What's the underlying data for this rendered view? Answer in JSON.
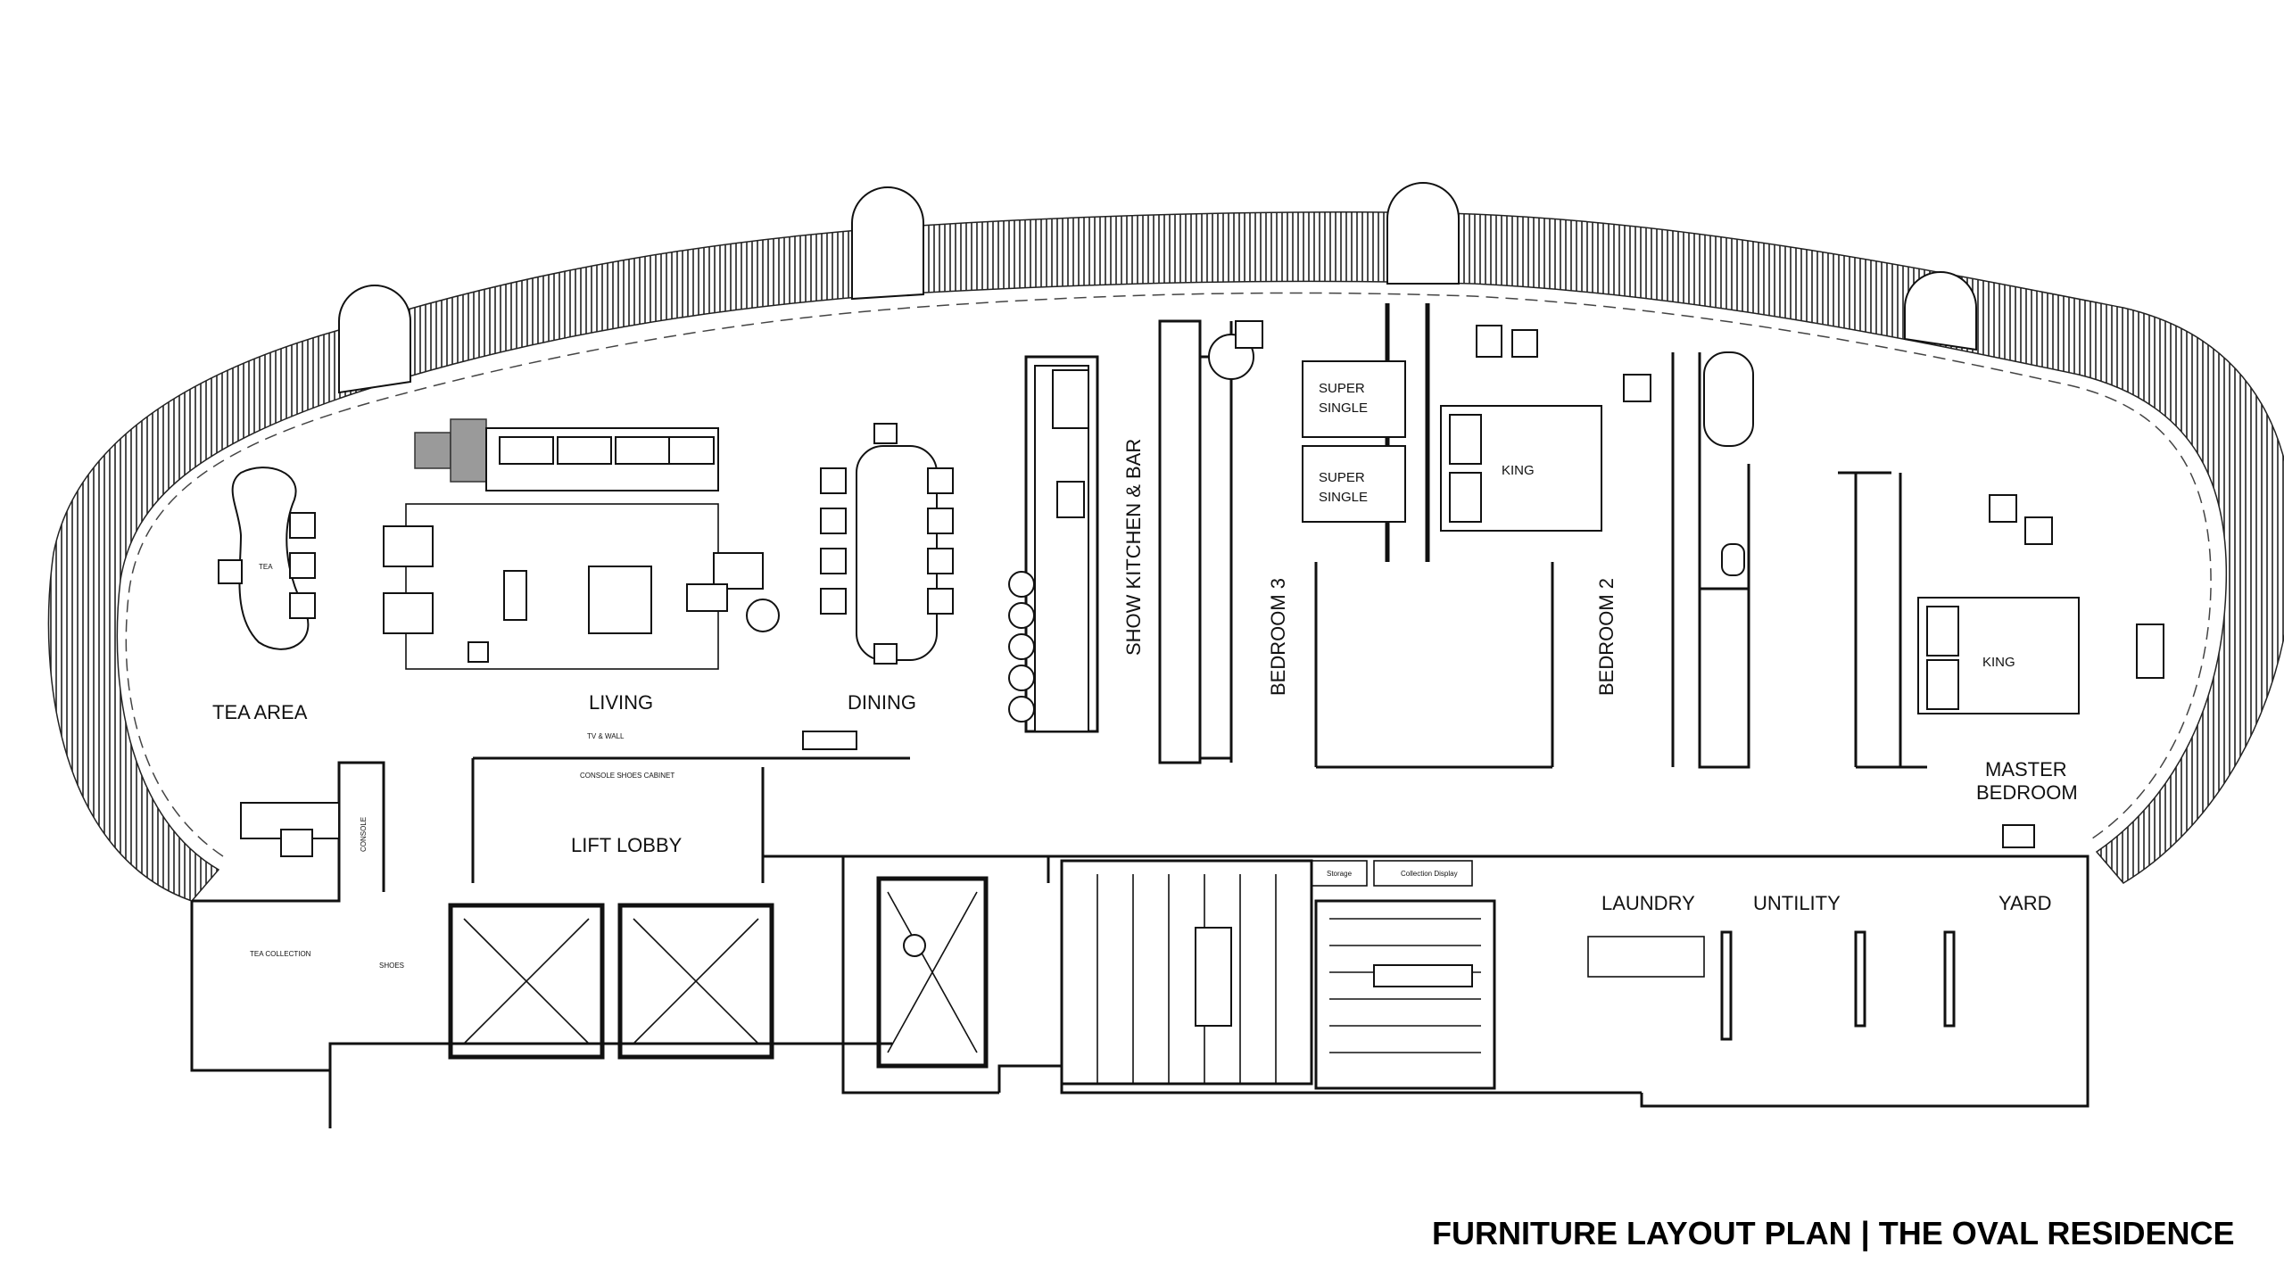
{
  "title": "FURNITURE LAYOUT PLAN | THE OVAL RESIDENCE",
  "rooms": {
    "tea_area": "TEA AREA",
    "living": "LIVING",
    "dining": "DINING",
    "kitchen": "SHOW KITCHEN & BAR",
    "bedroom3": "BEDROOM 3",
    "bedroom2": "BEDROOM 2",
    "master_1": "MASTER",
    "master_2": "BEDROOM",
    "lift_lobby": "LIFT LOBBY",
    "laundry": "LAUNDRY",
    "utility": "UNTILITY",
    "yard": "YARD"
  },
  "beds": {
    "super_single_1a": "SUPER",
    "super_single_1b": "SINGLE",
    "super_single_2a": "SUPER",
    "super_single_2b": "SINGLE",
    "king_bed2": "KING",
    "king_master": "KING"
  },
  "small_labels": {
    "storage": "Storage",
    "collection_display": "Collection Display",
    "tea_collection": "TEA COLLECTION",
    "shoes": "SHOES",
    "console": "CONSOLE",
    "tv_wall": "TV & WALL",
    "console_shoes": "CONSOLE SHOES CABINET",
    "tea": "TEA"
  },
  "colors": {
    "line": "#111111",
    "hatch": "#222222",
    "accent_gray": "#9a9a9a",
    "background": "#ffffff"
  }
}
